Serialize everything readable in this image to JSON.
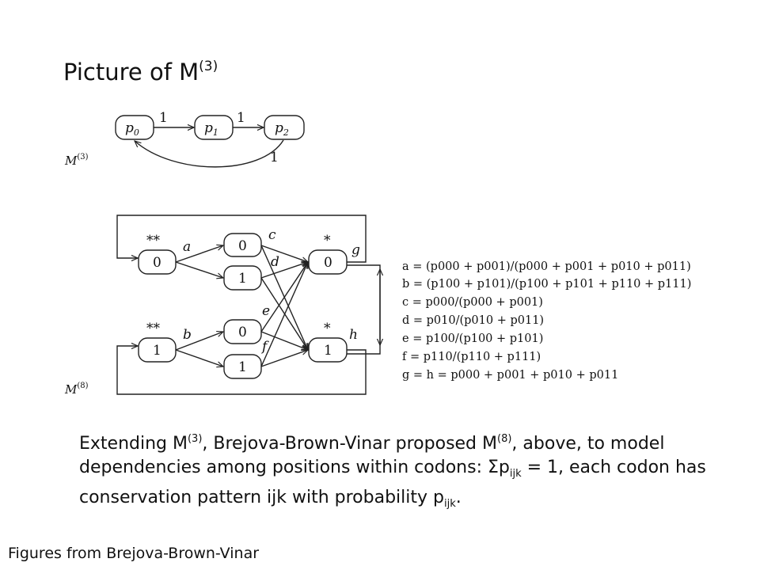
{
  "title": {
    "main": "Picture of M",
    "sup": "(3)"
  },
  "diagram_m3": {
    "label": "M",
    "label_sup": "(3)",
    "nodes": [
      {
        "base": "p",
        "sub": "0"
      },
      {
        "base": "p",
        "sub": "1"
      },
      {
        "base": "p",
        "sub": "2"
      }
    ],
    "edge_labels": [
      "1",
      "1",
      "1"
    ]
  },
  "diagram_m8": {
    "label": "M",
    "label_sup": "(8)",
    "nodes": {
      "top_start": "0",
      "bottom_start": "1",
      "mid1": "0",
      "mid2": "1",
      "mid3": "0",
      "mid4": "1",
      "end_top": "0",
      "end_bottom": "1"
    },
    "stars": {
      "top_start": "**",
      "bottom_start": "**",
      "end_top": "*",
      "end_bottom": "*"
    },
    "edge_labels": {
      "a": "a",
      "b": "b",
      "c": "c",
      "d": "d",
      "e": "e",
      "f": "f",
      "g": "g",
      "h": "h"
    }
  },
  "equations": [
    "a = (p000 + p001)/(p000 + p001 + p010 + p011)",
    "b = (p100 + p101)/(p100 + p101 + p110 + p111)",
    "c = p000/(p000 + p001)",
    "d = p010/(p010 + p011)",
    "e = p100/(p100 + p101)",
    "f = p110/(p110 + p111)",
    "g = h = p000 + p001 + p010 + p011"
  ],
  "body": {
    "t1": "Extending M",
    "s1": "(3)",
    "t2": ", Brejova-Brown-Vinar proposed M",
    "s2": "(8)",
    "t3": ", above, to model dependencies among positions within codons: Σp",
    "s3": "ijk",
    "t4": " = 1, each codon has conservation pattern ijk with probability p",
    "s4": "ijk",
    "t5": "."
  },
  "caption": "Figures from Brejova-Brown-Vinar"
}
